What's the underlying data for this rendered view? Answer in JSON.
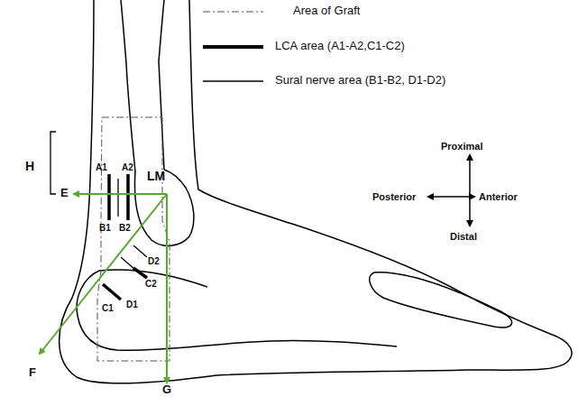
{
  "diagram": {
    "labels": [
      "H",
      "E",
      "LM",
      "A1",
      "A2",
      "B1",
      "B2",
      "D2",
      "C2",
      "D1",
      "C1",
      "F",
      "G",
      "Proximal",
      "Posterior",
      "Anterior",
      "Distal"
    ],
    "legend": [
      {
        "text": "Area of Graft"
      },
      {
        "text": "LCA area (A1-A2,C1-C2)"
      },
      {
        "text": "Sural nerve area (B1-B2, D1-D2)"
      }
    ]
  }
}
